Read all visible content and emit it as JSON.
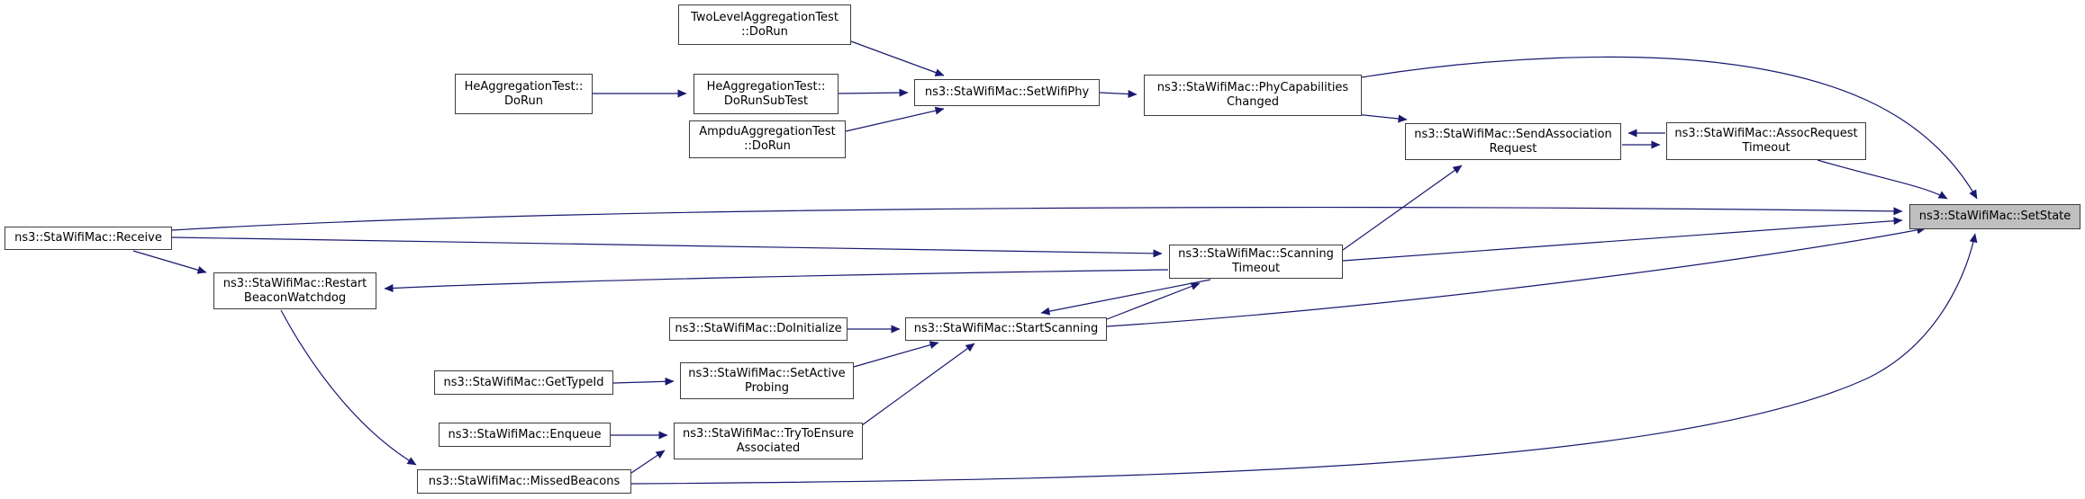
{
  "diagram": {
    "kind": "doxygen-call-graph",
    "colors": {
      "arrow": "#191970",
      "node_border": "#3d3d3d",
      "node_fill": "#ffffff",
      "highlighted_node_fill": "#bfbfbf",
      "background": "#ffffff"
    },
    "nodes": {
      "two_level_aggregation_test_do_run": {
        "line1": "TwoLevelAggregationTest",
        "line2": "::DoRun"
      },
      "he_aggregation_test_do_run": {
        "line1": "HeAggregationTest::",
        "line2": "DoRun"
      },
      "he_aggregation_test_do_run_sub_test": {
        "line1": "HeAggregationTest::",
        "line2": "DoRunSubTest"
      },
      "ampdu_aggregation_test_do_run": {
        "line1": "AmpduAggregationTest",
        "line2": "::DoRun"
      },
      "set_wifi_phy": {
        "label": "ns3::StaWifiMac::SetWifiPhy"
      },
      "phy_capabilities_changed": {
        "line1": "ns3::StaWifiMac::PhyCapabilities",
        "line2": "Changed"
      },
      "send_association_request": {
        "line1": "ns3::StaWifiMac::SendAssociation",
        "line2": "Request"
      },
      "assoc_request_timeout": {
        "line1": "ns3::StaWifiMac::AssocRequest",
        "line2": "Timeout"
      },
      "set_state": {
        "label": "ns3::StaWifiMac::SetState"
      },
      "receive": {
        "label": "ns3::StaWifiMac::Receive"
      },
      "restart_beacon_watchdog": {
        "line1": "ns3::StaWifiMac::Restart",
        "line2": "BeaconWatchdog"
      },
      "scanning_timeout": {
        "line1": "ns3::StaWifiMac::Scanning",
        "line2": "Timeout"
      },
      "do_initialize": {
        "label": "ns3::StaWifiMac::DoInitialize"
      },
      "start_scanning": {
        "label": "ns3::StaWifiMac::StartScanning"
      },
      "get_type_id": {
        "label": "ns3::StaWifiMac::GetTypeId"
      },
      "set_active_probing": {
        "line1": "ns3::StaWifiMac::SetActive",
        "line2": "Probing"
      },
      "enqueue": {
        "label": "ns3::StaWifiMac::Enqueue"
      },
      "try_to_ensure_associated": {
        "line1": "ns3::StaWifiMac::TryToEnsure",
        "line2": "Associated"
      },
      "missed_beacons": {
        "label": "ns3::StaWifiMac::MissedBeacons"
      }
    },
    "edges": [
      {
        "from": "two_level_aggregation_test_do_run",
        "to": "set_wifi_phy"
      },
      {
        "from": "he_aggregation_test_do_run",
        "to": "he_aggregation_test_do_run_sub_test"
      },
      {
        "from": "he_aggregation_test_do_run_sub_test",
        "to": "set_wifi_phy"
      },
      {
        "from": "ampdu_aggregation_test_do_run",
        "to": "set_wifi_phy"
      },
      {
        "from": "set_wifi_phy",
        "to": "phy_capabilities_changed"
      },
      {
        "from": "phy_capabilities_changed",
        "to": "send_association_request"
      },
      {
        "from": "phy_capabilities_changed",
        "to": "set_state"
      },
      {
        "from": "send_association_request",
        "to": "assoc_request_timeout"
      },
      {
        "from": "assoc_request_timeout",
        "to": "send_association_request"
      },
      {
        "from": "assoc_request_timeout",
        "to": "set_state"
      },
      {
        "from": "receive",
        "to": "set_state"
      },
      {
        "from": "receive",
        "to": "scanning_timeout"
      },
      {
        "from": "receive",
        "to": "restart_beacon_watchdog"
      },
      {
        "from": "scanning_timeout",
        "to": "send_association_request"
      },
      {
        "from": "scanning_timeout",
        "to": "set_state"
      },
      {
        "from": "scanning_timeout",
        "to": "restart_beacon_watchdog"
      },
      {
        "from": "scanning_timeout",
        "to": "start_scanning"
      },
      {
        "from": "start_scanning",
        "to": "scanning_timeout"
      },
      {
        "from": "start_scanning",
        "to": "set_state"
      },
      {
        "from": "do_initialize",
        "to": "start_scanning"
      },
      {
        "from": "get_type_id",
        "to": "set_active_probing"
      },
      {
        "from": "set_active_probing",
        "to": "start_scanning"
      },
      {
        "from": "enqueue",
        "to": "try_to_ensure_associated"
      },
      {
        "from": "try_to_ensure_associated",
        "to": "start_scanning"
      },
      {
        "from": "missed_beacons",
        "to": "try_to_ensure_associated"
      },
      {
        "from": "restart_beacon_watchdog",
        "to": "missed_beacons"
      },
      {
        "from": "missed_beacons",
        "to": "set_state"
      }
    ]
  }
}
